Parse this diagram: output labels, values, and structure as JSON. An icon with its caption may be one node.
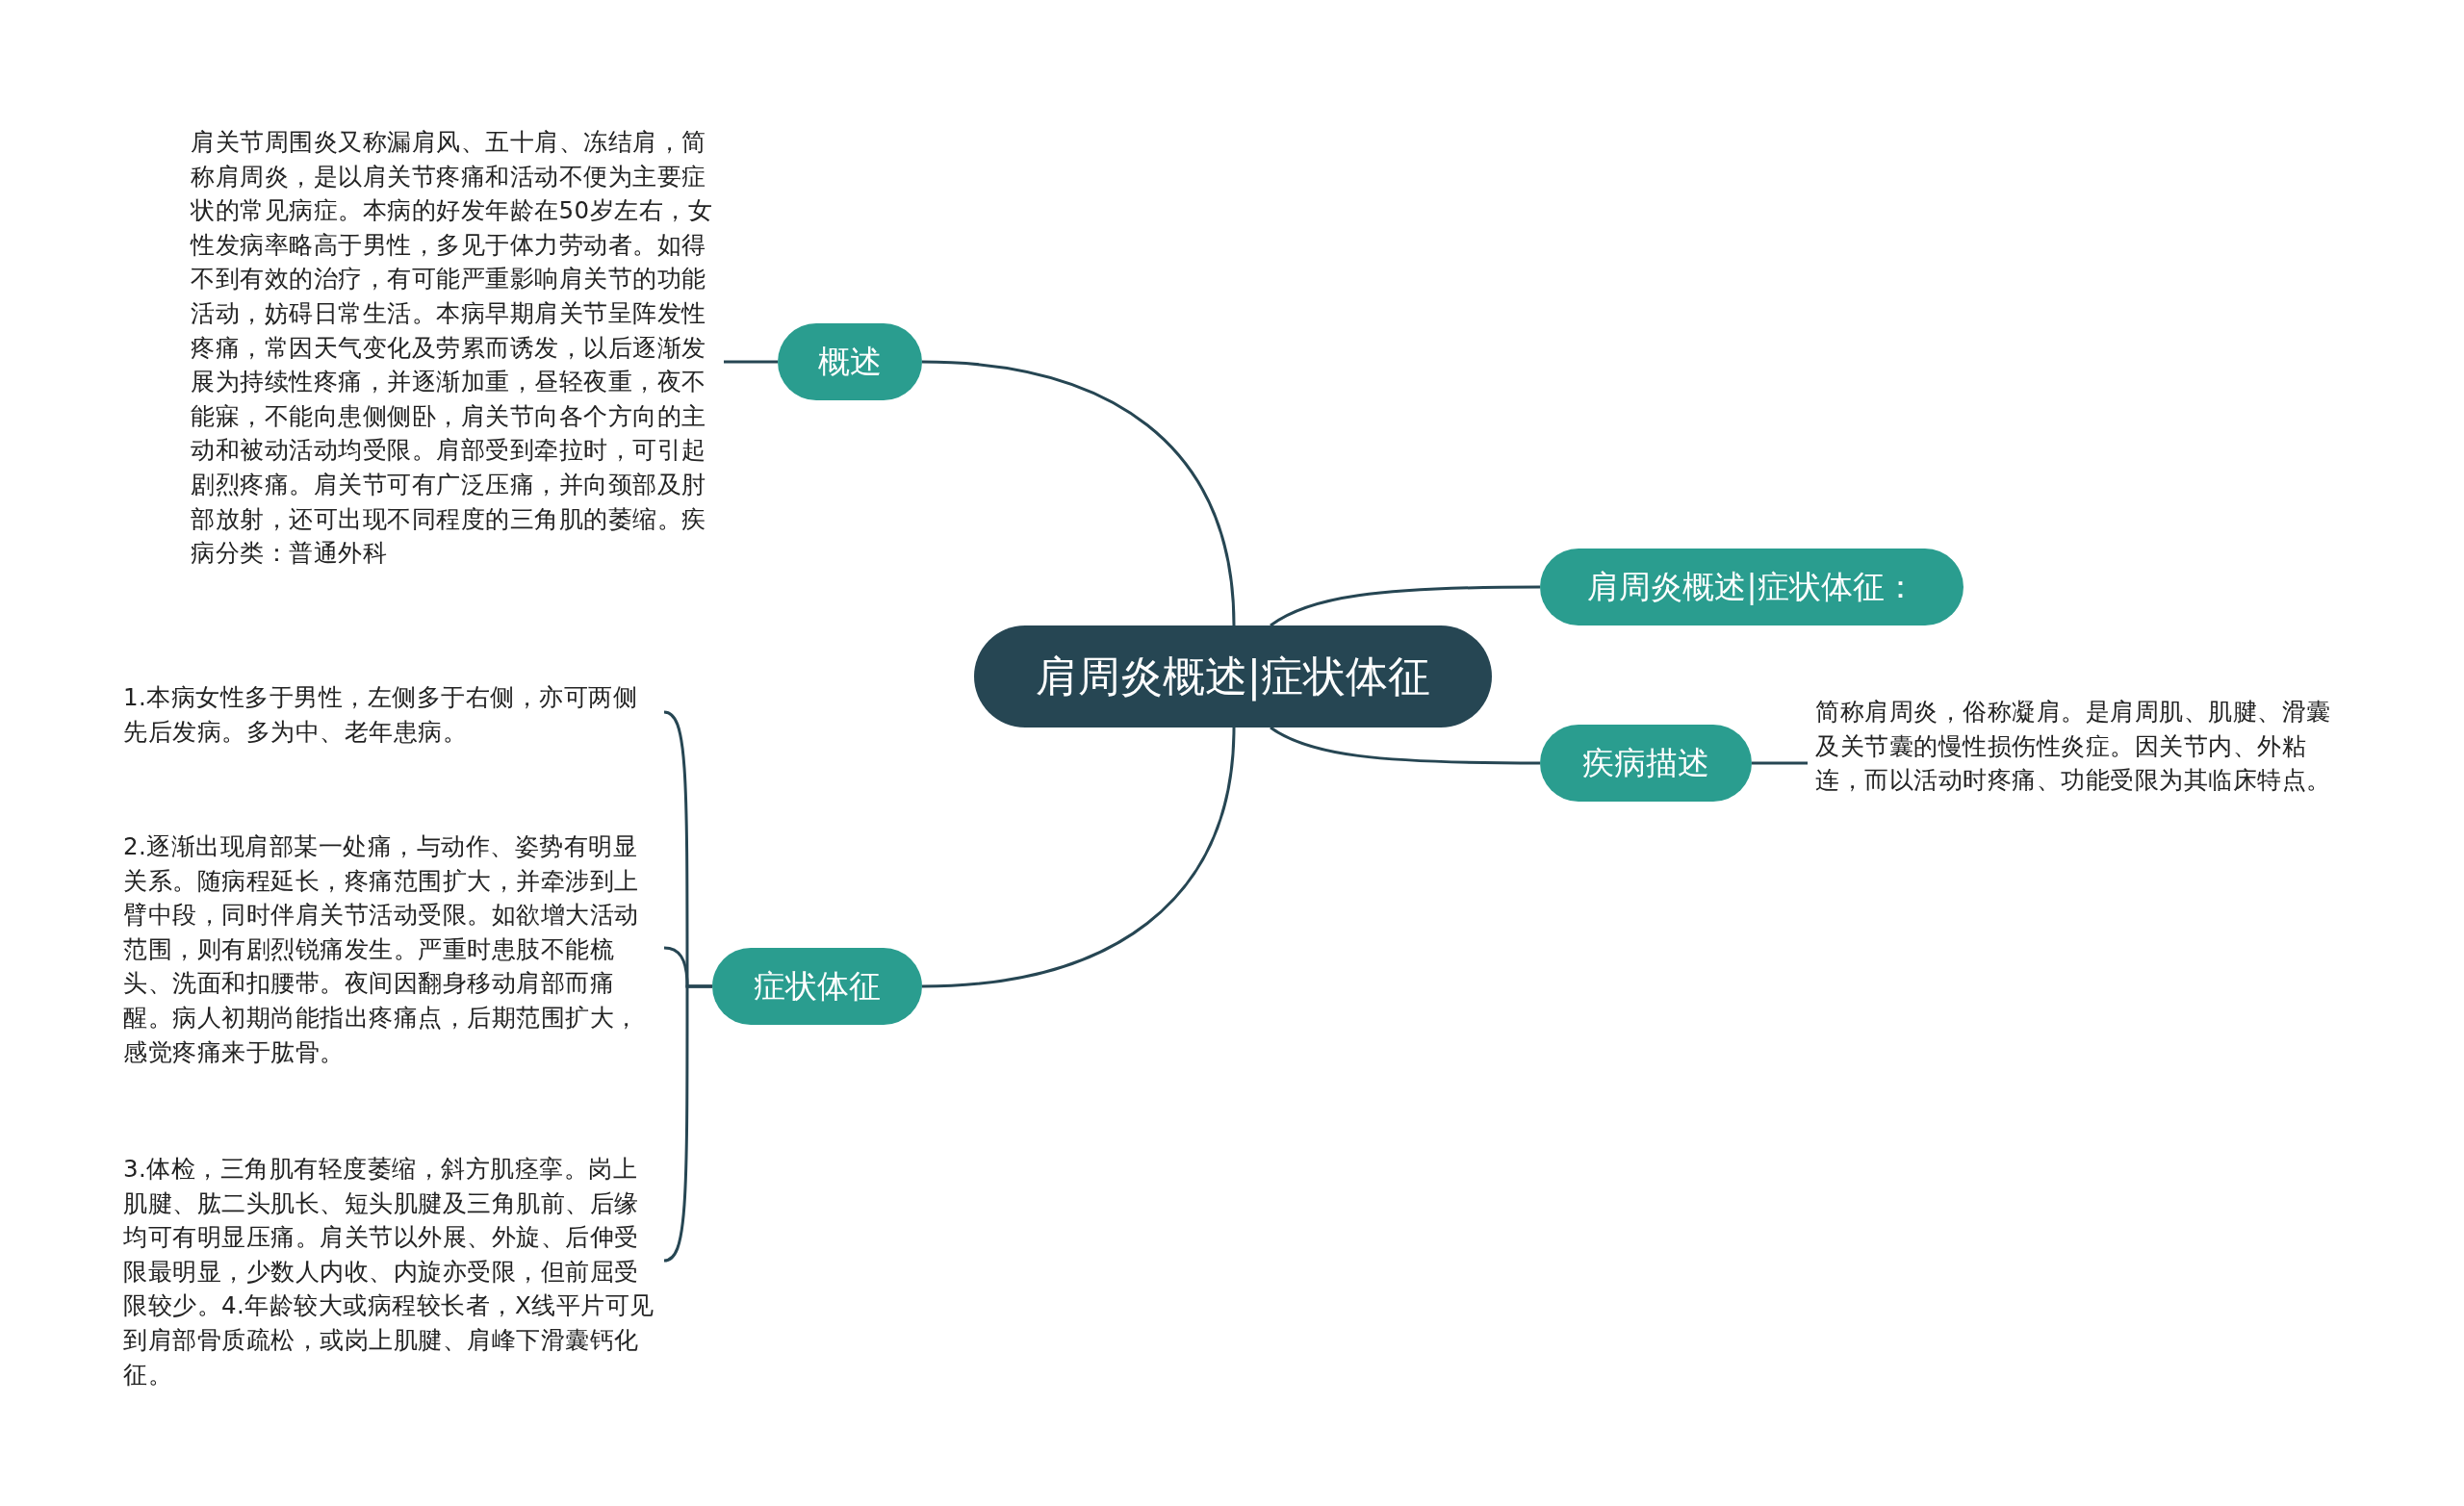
{
  "diagram": {
    "nodes": [
      {
        "text": [
          "肩周炎概述|症状体征"
        ]
      },
      {
        "text": [
          "概述"
        ]
      },
      {
        "text": [
          "肩周炎概述|症状体征："
        ]
      },
      {
        "text": [
          "疾病描述"
        ]
      },
      {
        "text": [
          "症状体征"
        ]
      },
      {
        "text": [
          "肩关节周围炎又称漏肩风、五十肩、冻结肩，简称肩周炎，是以肩关节疼痛和活动不便为主要症状的常见病症。本病的好发年龄在50岁左右，女性发病率略高于男性，多见于体力劳动者。如得不到有效的治疗，有可能严重影响肩关节的功能活动，妨碍日常生活。本病早期肩关节呈阵发性疼痛，常因天气变化及劳累而诱发，以后逐渐发展为持续性疼痛，并逐渐加重，昼轻夜重，夜不能寐，不能向患侧侧卧，肩关节向各个方向的主动和被动活动均受限。肩部受到牵拉时，可引起剧烈疼痛。肩关节可有广泛压痛，并向颈部及肘部放射，还可出现不同程度的三角肌的萎缩。疾病分类：普通外科"
        ]
      },
      {
        "text": [
          "简称肩周炎，俗称凝肩。是肩周肌、肌腱、滑囊及关节囊的慢性损伤性炎症。因关节内、外粘连，而以活动时疼痛、功能受限为其临床特点。"
        ]
      },
      {
        "text": [
          "1.本病女性多于男性，左侧多于右侧，亦可两侧先后发病。多为中、老年患病。"
        ]
      },
      {
        "text": [
          "2.逐渐出现肩部某一处痛，与动作、姿势有明显关系。随病程延长，疼痛范围扩大，并牵涉到上臂中段，同时伴肩关节活动受限。如欲增大活动范围，则有剧烈锐痛发生。严重时患肢不能梳头、洗面和扣腰带。夜间因翻身移动肩部而痛醒。病人初期尚能指出疼痛点，后期范围扩大，感觉疼痛来于肱骨。"
        ]
      },
      {
        "text": [
          "3.体检，三角肌有轻度萎缩，斜方肌痉挛。岗上肌腱、肱二头肌长、短头肌腱及三角肌前、后缘均可有明显压痛。肩关节以外展、外旋、后伸受限最明显，少数人内收、内旋亦受限，但前屈受限较少。4.年龄较大或病程较长者，X线平片可见到肩部骨质疏松，或岗上肌腱、肩峰下滑囊钙化征。"
        ]
      }
    ],
    "edges": [
      {
        "from": 0,
        "to": 1,
        "arrow": "none"
      },
      {
        "from": 0,
        "to": 2,
        "arrow": "none"
      },
      {
        "from": 0,
        "to": 3,
        "arrow": "none"
      },
      {
        "from": 0,
        "to": 4,
        "arrow": "none"
      },
      {
        "from": 1,
        "to": 5,
        "arrow": "none"
      },
      {
        "from": 3,
        "to": 6,
        "arrow": "none"
      },
      {
        "from": 4,
        "to": 7,
        "arrow": "none"
      },
      {
        "from": 4,
        "to": 8,
        "arrow": "none"
      },
      {
        "from": 4,
        "to": 9,
        "arrow": "none"
      }
    ]
  }
}
